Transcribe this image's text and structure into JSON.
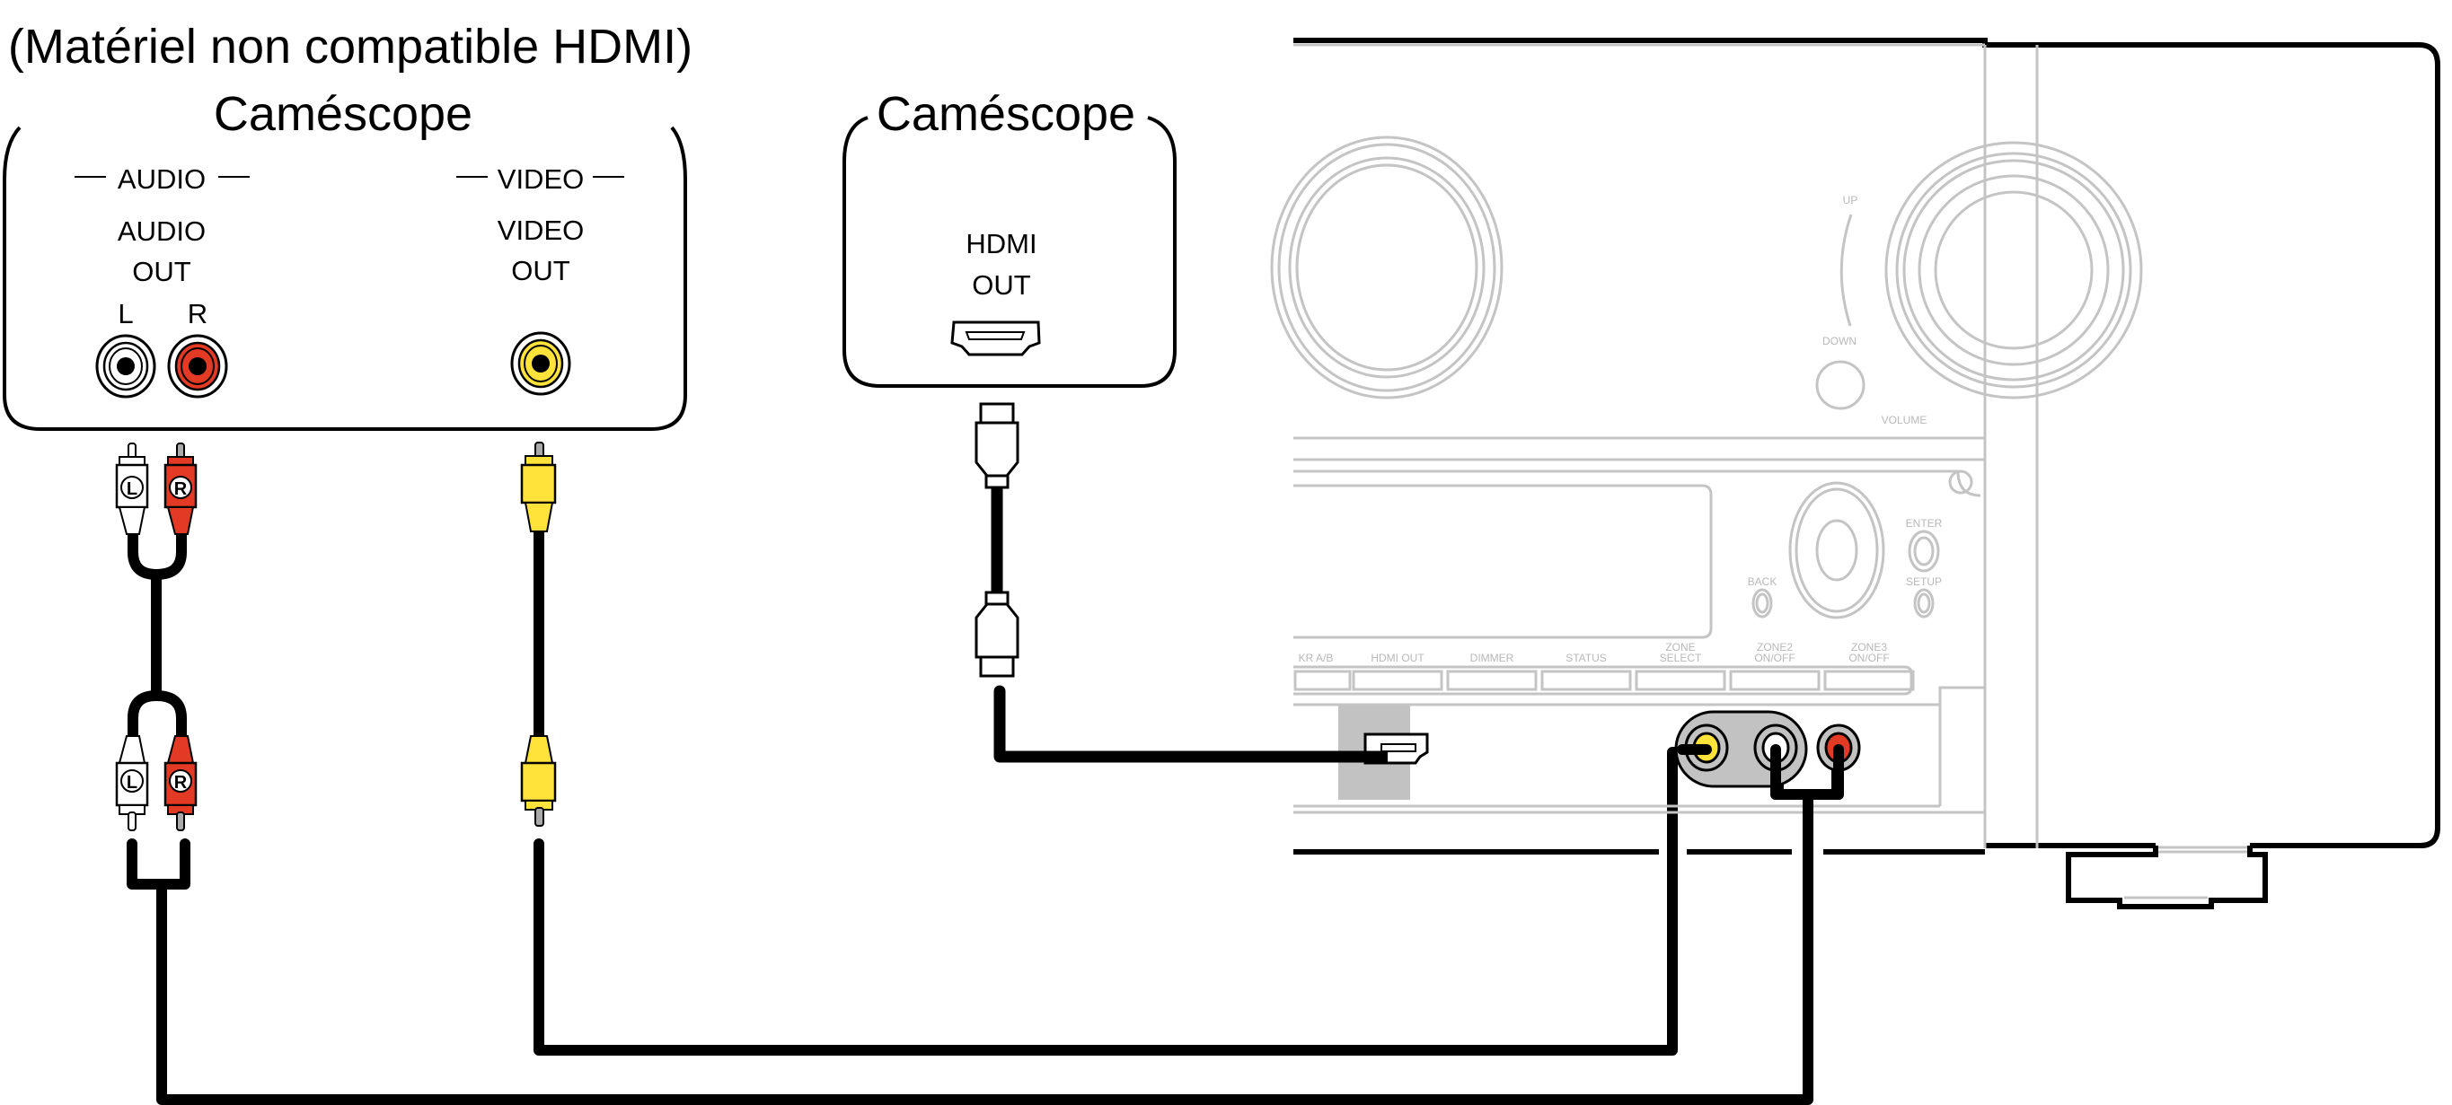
{
  "title": "(Matériel non compatible HDMI)",
  "analog_camcorder": {
    "name": "Caméscope",
    "audio_group_label": "AUDIO",
    "video_group_label": "VIDEO",
    "audio_out_line1": "AUDIO",
    "audio_out_line2": "OUT",
    "left_label": "L",
    "right_label": "R",
    "video_out_line1": "VIDEO",
    "video_out_line2": "OUT"
  },
  "hdmi_camcorder": {
    "name": "Caméscope",
    "hdmi_out_line1": "HDMI",
    "hdmi_out_line2": "OUT"
  },
  "cables": {
    "audio_plug_left_label": "L",
    "audio_plug_right_label": "R"
  },
  "receiver": {
    "volume_up": "UP",
    "volume_down": "DOWN",
    "volume_label": "VOLUME",
    "enter": "ENTER",
    "back": "BACK",
    "setup": "SETUP",
    "buttons": [
      {
        "line1": "",
        "line2": "KR A/B"
      },
      {
        "line1": "",
        "line2": "HDMI OUT"
      },
      {
        "line1": "",
        "line2": "DIMMER"
      },
      {
        "line1": "",
        "line2": "STATUS"
      },
      {
        "line1": "ZONE",
        "line2": "SELECT"
      },
      {
        "line1": "ZONE2",
        "line2": "ON/OFF"
      },
      {
        "line1": "ZONE3",
        "line2": "ON/OFF"
      }
    ]
  },
  "colors": {
    "audio_left": "#ffffff",
    "audio_right": "#e23a24",
    "video": "#ffe33a",
    "panel_line": "#c4c4c4",
    "port_panel": "#c2c2c2"
  }
}
